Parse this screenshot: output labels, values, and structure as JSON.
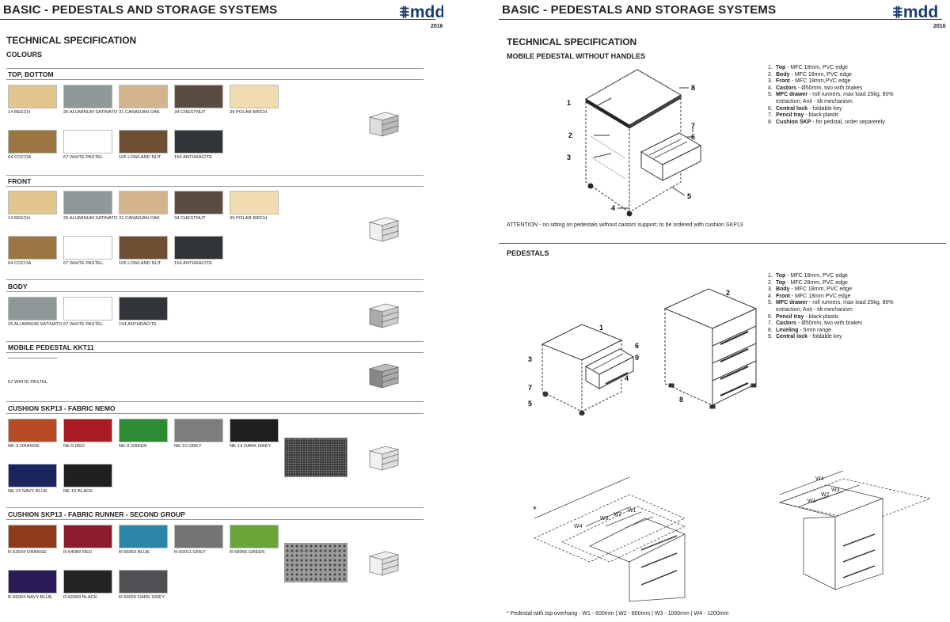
{
  "left": {
    "header": "BASIC - PEDESTALS AND STORAGE SYSTEMS",
    "logo": "mdd",
    "year": "2016",
    "title": "TECHNICAL SPECIFICATION",
    "subtitle": "COLOURS",
    "sections": {
      "top_bottom": {
        "title": "TOP, BOTTOM",
        "swatches": [
          {
            "label": "14 BEECH",
            "color": "#e3c58e"
          },
          {
            "label": "26 ALUMINUM SATINATO",
            "color": "#8f9798"
          },
          {
            "label": "31 CANADIAN OAK",
            "color": "#d4b48f"
          },
          {
            "label": "34 CHESTNUT",
            "color": "#5a4c40"
          },
          {
            "label": "39 POLAR BIRCH",
            "color": "#f1dcb0"
          },
          {
            "label": "64 COCOA",
            "color": "#9a7742"
          },
          {
            "label": "67 WHITE PASTEL",
            "color": "#ffffff"
          },
          {
            "label": "106 LOWLAND NUT",
            "color": "#6f4f33"
          },
          {
            "label": "154 ANTHRACITE",
            "color": "#313539"
          }
        ]
      },
      "front": {
        "title": "FRONT",
        "swatches": [
          {
            "label": "14 BEECH",
            "color": "#e3c58e"
          },
          {
            "label": "26 ALUMINUM SATINATO",
            "color": "#8f9798"
          },
          {
            "label": "31 CANADIAN OAK",
            "color": "#d4b48f"
          },
          {
            "label": "34 CHESTNUT",
            "color": "#5a4c40"
          },
          {
            "label": "39 POLAR BIRCH",
            "color": "#f1dcb0"
          },
          {
            "label": "64 COCOA",
            "color": "#9a7742"
          },
          {
            "label": "67 WHITE PASTEL",
            "color": "#ffffff"
          },
          {
            "label": "106 LOWLAND NUT",
            "color": "#6f4f33"
          },
          {
            "label": "154 ANTHRACITE",
            "color": "#313539"
          }
        ]
      },
      "body": {
        "title": "BODY",
        "swatches": [
          {
            "label": "26 ALUMINUM SATINATO",
            "color": "#8f9798"
          },
          {
            "label": "67 WHITE PASTEL",
            "color": "#ffffff"
          },
          {
            "label": "154 ANTHRACITE",
            "color": "#313539"
          }
        ]
      },
      "kkt11": {
        "title": "MOBILE PEDESTAL KKT11",
        "swatches": [
          {
            "label": "67 WHITE PASTEL",
            "color": "#ffffff"
          }
        ]
      },
      "nemo": {
        "title": "CUSHION SKP13 - FABRIC NEMO",
        "swatches": [
          {
            "label": "NE-3 ORANGE",
            "color": "#b84a24"
          },
          {
            "label": "NE-5 RED",
            "color": "#a91c22"
          },
          {
            "label": "NE-9 GREEN",
            "color": "#2f8a34"
          },
          {
            "label": "NE-10 GREY",
            "color": "#7d7d80"
          },
          {
            "label": "NE-14 DARK GREY",
            "color": "#1f1f21"
          },
          {
            "label": "NE-15 NAVY BLUE",
            "color": "#1a2560"
          },
          {
            "label": "NE-16 BLACK",
            "color": "#202022"
          }
        ]
      },
      "runner": {
        "title": "CUSHION SKP13 - FABRIC RUNNER - SECOND GROUP",
        "swatches": [
          {
            "label": "R-63034 ORANGE",
            "color": "#8e3a1c"
          },
          {
            "label": "R-64089 RED",
            "color": "#8e1a30"
          },
          {
            "label": "R-66063 BLUE",
            "color": "#2c86a8"
          },
          {
            "label": "R-60011 GREY",
            "color": "#727476"
          },
          {
            "label": "R-68056 GREEN",
            "color": "#6aa63a"
          },
          {
            "label": "R-66064 NAVY-BLUE",
            "color": "#2a1a56"
          },
          {
            "label": "R-60999 BLACK",
            "color": "#232325"
          },
          {
            "label": "R-60025 DARK GREY",
            "color": "#4e5054"
          }
        ]
      }
    }
  },
  "right": {
    "header": "BASIC - PEDESTALS AND STORAGE SYSTEMS",
    "logo": "mdd",
    "year": "2016",
    "title": "TECHNICAL SPECIFICATION",
    "section1_title": "MOBILE PEDESTAL WITHOUT HANDLES",
    "spec1": [
      {
        "n": "1.",
        "b": "Top",
        "t": " - MFC 18mm, PVC edge"
      },
      {
        "n": "2.",
        "b": "Body",
        "t": " - MFC 18mm, PVC edge"
      },
      {
        "n": "3.",
        "b": "Front",
        "t": " - MFC 18mm,PVC edge"
      },
      {
        "n": "4.",
        "b": "Castors",
        "t": " - Ø50mm, two with brakes"
      },
      {
        "n": "5.",
        "b": "MFC drawer",
        "t": " - roll runners, max load 25kg, 80% extraction; Anti - tilt mechanism"
      },
      {
        "n": "6.",
        "b": "Central lock",
        "t": " - foldable key"
      },
      {
        "n": "7.",
        "b": "Pencil tray",
        "t": " - black plastic"
      },
      {
        "n": "8.",
        "b": "Cushion SKP",
        "t": " - for pedstal, order separetely"
      }
    ],
    "attention": "ATTENTION - no sitting on pedestals without castors support; to be ordered with cushion SKP13",
    "section2_title": "PEDESTALS",
    "spec2": [
      {
        "n": "1.",
        "b": "Top",
        "t": " - MFC 18mm, PVC edge"
      },
      {
        "n": "2.",
        "b": "Top",
        "t": " - MFC 28mm, PVC edge"
      },
      {
        "n": "3.",
        "b": "Body",
        "t": " - MFC 18mm, PVC edge"
      },
      {
        "n": "4.",
        "b": "Front",
        "t": " - MFC 18mm PVC edge"
      },
      {
        "n": "5.",
        "b": "MFC drawer",
        "t": " - roll runners, max load 25kg, 80% extraction; Anti - tilt mechanism"
      },
      {
        "n": "6.",
        "b": "Pencil tray",
        "t": " - black plastic"
      },
      {
        "n": "7.",
        "b": "Castors",
        "t": " - Ø50mm, two with brakes"
      },
      {
        "n": "8.",
        "b": "Leveling",
        "t": " - 5mm range"
      },
      {
        "n": "9.",
        "b": "Central lock",
        "t": " - foldable key"
      }
    ],
    "diagram1_labels": [
      "1",
      "2",
      "3",
      "4",
      "5",
      "6",
      "7",
      "8"
    ],
    "diagram2_labels": [
      "1",
      "2",
      "3",
      "4",
      "5",
      "6",
      "7",
      "8",
      "9"
    ],
    "overhang_labels": [
      "W4",
      "W3",
      "W2",
      "W1"
    ],
    "asterisk": "*",
    "footnote": "* Pedestal with top overhang - W1 - 600mm | W2 - 800mm | W3 - 1000mm | W4 - 1200mm"
  }
}
